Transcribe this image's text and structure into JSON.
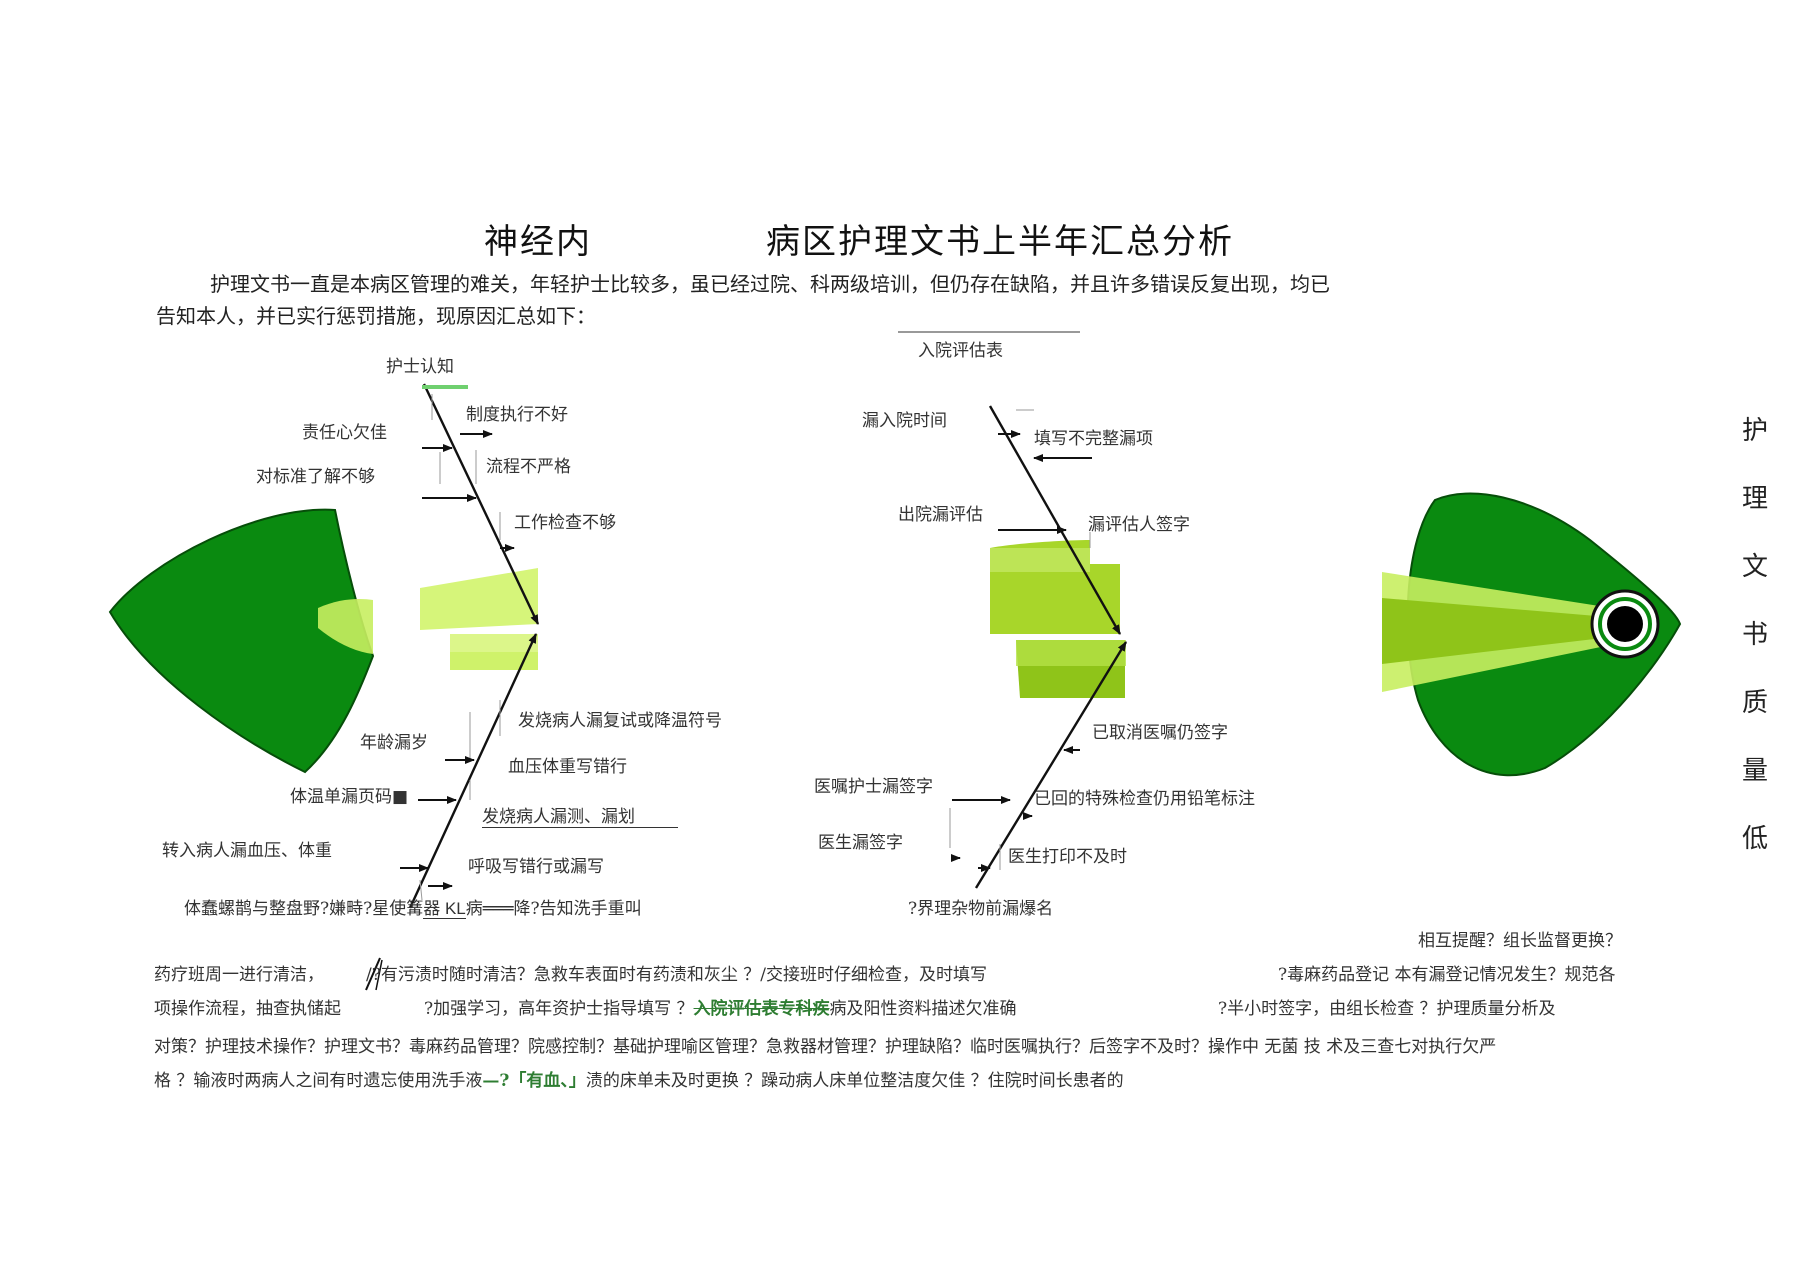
{
  "title": {
    "dept": "神经内",
    "main": "病区护理文书上半年汇总分析"
  },
  "intro": {
    "line1": "护理文书一直是本病区管理的难关，年轻护士比较多，虽已经过院、科两级培训，但仍存在缺陷，并且许多错误反复出现，均已",
    "line2": "告知本人，并已实行惩罚措施，现原因汇总如下："
  },
  "fishbone": {
    "left_top": {
      "category": "护士认知",
      "causes": [
        "责任心欠佳",
        "制度执行不好",
        "对标准了解不够",
        "流程不严格",
        "工作检查不够"
      ]
    },
    "left_bottom": {
      "causes": [
        "发烧病人漏复试或降温符号",
        "年龄漏岁",
        "血压体重写错行",
        "体温单漏页码■",
        "发烧病人漏测、漏划",
        "转入病人漏血压、体重",
        "呼吸写错行或漏写"
      ],
      "bottom_label_1": "体蠢螺鹊与整盘野?嫌畤?星使篝",
      "bottom_label_kl": "器 KL",
      "bottom_label_2": "病═══降?告知洗手重叫"
    },
    "mid_top": {
      "category": "入院评估表",
      "causes": [
        "漏入院时间",
        "填写不完整漏项",
        "出院漏评估",
        "漏评估人签字"
      ]
    },
    "mid_bottom": {
      "causes": [
        "已取消医嘱仍签字",
        "医嘱护士漏签字",
        "已回的特殊检查仍用铅笔标注",
        "医生漏签字",
        "医生打印不及时"
      ],
      "bottom_label": "?界理杂物前漏爆名"
    },
    "head_vertical": [
      "护",
      "理",
      "文",
      "书",
      "质",
      "量",
      "低"
    ]
  },
  "bottom": {
    "l1_right": "相互提醒？组长监督更换？",
    "l2_a": "药疗班周一进行清洁，",
    "l2_b": "/?有污渍时随时清洁？急救车表面时有药渍和灰尘 ？/交接班时仔细检查，及时填写",
    "l2_c": "?毒麻药品登记 本有漏登记情况发生？规范各",
    "l3_a": "项操作流程，抽查执储起",
    "l3_b": "?加强学习，高年资护士指导填写 ？",
    "l3_green": "入院评估表专科疾",
    "l3_c": "病及阳性资料描述欠准确",
    "l3_d": "?半小时签字，由组长检查 ？护理质量分析及",
    "l4": "对策？护理技术操作？护理文书？毒麻药品管理？院感控制？基础护理喻区管理？急救器材管理？护理缺陷？临时医嘱执行？后签字不及时？操作中 无菌 技 术及三查七对执行欠严",
    "l5_a": "格 ？输液时两病人之间有时遗忘使用洗手液",
    "l5_green": "—?「有血、」",
    "l5_b": "渍的床单未及时更换 ？躁动病人床单位整洁度欠佳 ？住院时间长患者的"
  },
  "colors": {
    "fish_dark": "#0a8a10",
    "fish_light": "#c8ee60",
    "fish_mid": "#a2d12a",
    "eye": "#000000"
  }
}
